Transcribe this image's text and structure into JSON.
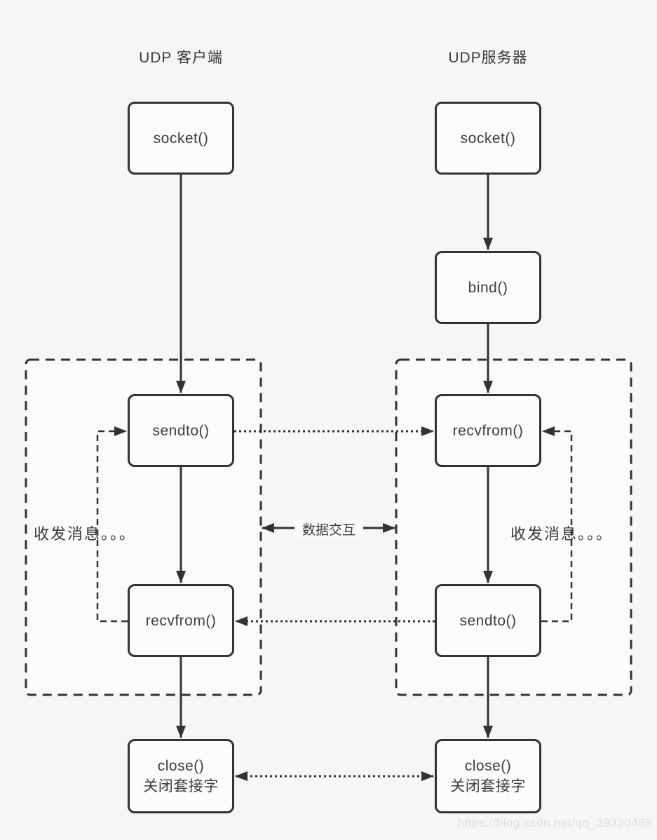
{
  "titles": {
    "client": "UDP 客户端",
    "server": "UDP服务器"
  },
  "client": {
    "socket": "socket()",
    "sendto": "sendto()",
    "recvfrom": "recvfrom()",
    "close_line1": "close()",
    "close_line2": "关闭套接字",
    "loop_label": "收发消息。。。"
  },
  "server": {
    "socket": "socket()",
    "bind": "bind()",
    "recvfrom": "recvfrom()",
    "sendto": "sendto()",
    "close_line1": "close()",
    "close_line2": "关闭套接字",
    "loop_label": "收发消息。。。"
  },
  "labels": {
    "data_exchange": "数据交互"
  },
  "watermark": "https://blog.csdn.net/qq_39330486",
  "colors": {
    "line": "#333333",
    "text": "#3a3a3a",
    "node_fill": "#fcfcfc",
    "background": "#f6f6f6",
    "loop_region_fill": "#fbfbfb",
    "watermark": "#dedede"
  }
}
